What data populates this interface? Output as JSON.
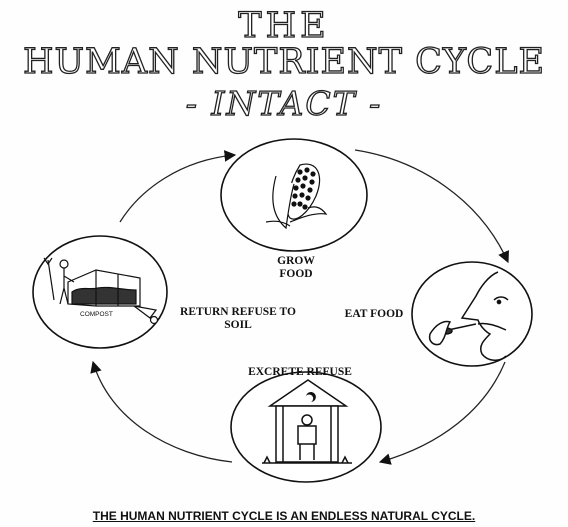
{
  "title": {
    "line1": "THE",
    "line2": "HUMAN NUTRIENT CYCLE",
    "line3": "- INTACT -"
  },
  "stages": {
    "grow": "GROW FOOD",
    "eat": "EAT FOOD",
    "excrete": "EXCRETE REFUSE",
    "return": "RETURN REFUSE TO SOIL"
  },
  "compost_sign": "COMPOST",
  "footer": "THE HUMAN NUTRIENT CYCLE IS AN ENDLESS NATURAL CYCLE."
}
